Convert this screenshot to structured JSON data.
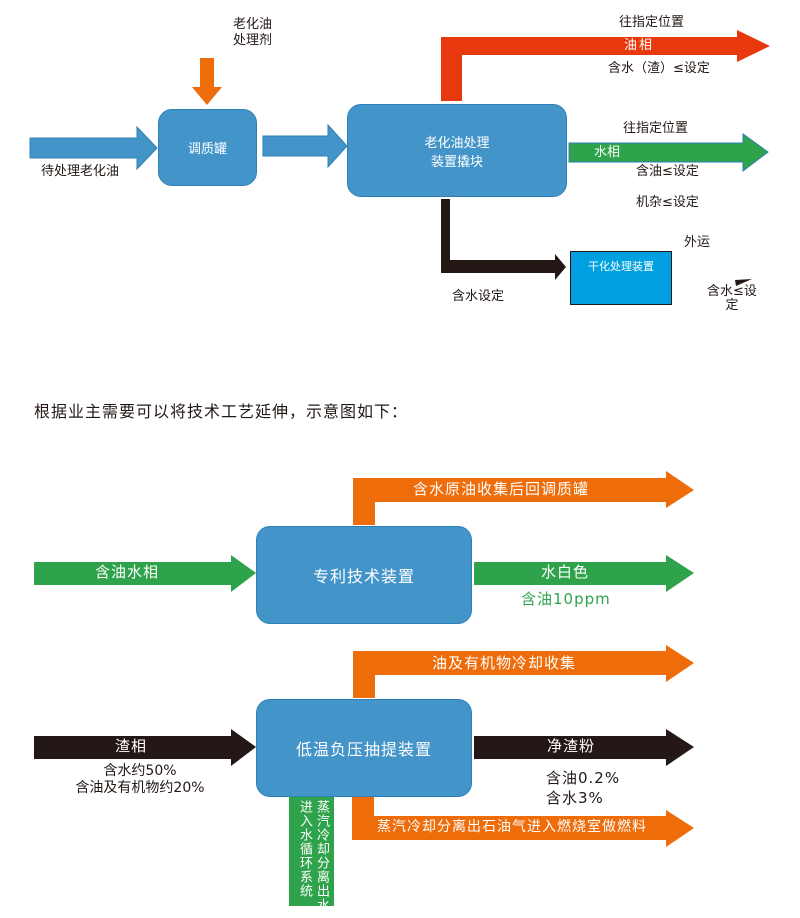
{
  "colors": {
    "blue_box": "#4294c9",
    "blue_arrow": "#4294c9",
    "orange": "#ee6c0a",
    "red": "#e8380d",
    "green": "#2fa34b",
    "black": "#231815",
    "cyan_box": "#00a0e0"
  },
  "diagram1": {
    "additive_label_line1": "老化油",
    "additive_label_line2": "处理剂",
    "input_label": "待处理老化油",
    "tank_label": "调质罐",
    "main_unit_line1": "老化油处理",
    "main_unit_line2": "装置撬块",
    "oil_phase": {
      "above": "往指定位置",
      "arrow_label": "油相",
      "below": "含水（渣）≤设定"
    },
    "water_phase": {
      "above": "往指定位置",
      "arrow_label": "水相",
      "below1": "含油≤设定",
      "below2": "机杂≤设定"
    },
    "residue": {
      "below": "含水设定",
      "dryer_label": "干化处理装置",
      "ship_out": "外运",
      "moisture_line1": "含水≤设",
      "moisture_line2": "定"
    }
  },
  "intro_text": "根据业主需要可以将技术工艺延伸，示意图如下：",
  "diagram2": {
    "input_label": "含油水相",
    "unit_label": "专利技术装置",
    "top_output": "含水原油收集后回调质罐",
    "right_output": "水白色",
    "right_output_note": "含油10ppm"
  },
  "diagram3": {
    "input_label": "渣相",
    "input_note1": "含水约50%",
    "input_note2": "含油及有机物约20%",
    "unit_label": "低温负压抽提装置",
    "top_output": "油及有机物冷却收集",
    "right_output": "净渣粉",
    "right_note1": "含油0.2%",
    "right_note2": "含水3%",
    "bottom_output": "蒸汽冷却分离出石油气进入燃烧室做燃料",
    "water_col1": "蒸汽冷却分离出水",
    "water_col2": "进入水循环系统"
  }
}
